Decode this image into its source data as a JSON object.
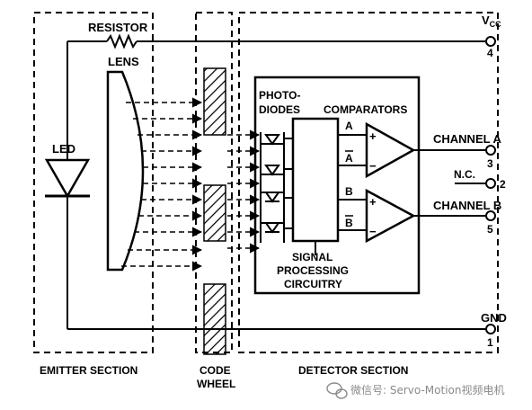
{
  "labels": {
    "resistor": "RESISTOR",
    "lens": "LENS",
    "led": "LED",
    "photodiodes_line1": "PHOTO-",
    "photodiodes_line2": "DIODES",
    "comparators": "COMPARATORS",
    "signal_line1": "SIGNAL",
    "signal_line2": "PROCESSING",
    "signal_line3": "CIRCUITRY",
    "vcc": "V",
    "vcc_sub": "CC",
    "channel_a": "CHANNEL A",
    "channel_b": "CHANNEL B",
    "nc": "N.C.",
    "gnd": "GND",
    "sig_a": "A",
    "sig_a_bar": "A",
    "sig_b": "B",
    "sig_b_bar": "B",
    "plus": "+",
    "minus": "−"
  },
  "pins": {
    "vcc": "4",
    "channel_a": "3",
    "nc": "2",
    "channel_b": "5",
    "gnd": "1"
  },
  "sections": {
    "emitter": "EMITTER SECTION",
    "code_wheel_line1": "CODE",
    "code_wheel_line2": "WHEEL",
    "detector": "DETECTOR SECTION"
  },
  "watermark": "微信号: Servo-Motion视频电机",
  "colors": {
    "ink": "#000000",
    "background": "#ffffff",
    "watermark": "#8a8a8a"
  }
}
